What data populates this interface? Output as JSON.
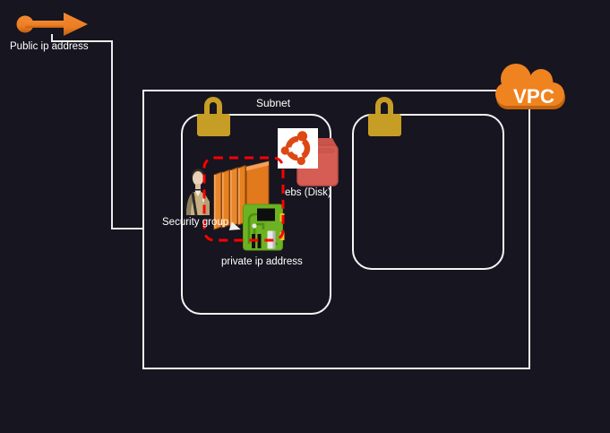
{
  "diagram": {
    "title": "AWS VPC network diagram",
    "background_color": "#17151f",
    "labels": {
      "public_ip": "Public ip address",
      "subnet": "Subnet",
      "vpc": "VPC",
      "ebs_disk": "ebs (Disk)",
      "security_group": "Security group",
      "private_ip": "private ip address"
    },
    "colors": {
      "line_white": "#f2f2f2",
      "arrow_orange": "#ed7d23",
      "cloud_orange": "#ef8320",
      "cloud_shadow": "#c2640e",
      "padlock_gold": "#c79e25",
      "ec2_orange": "#e5811f",
      "ubuntu_orange": "#dd4814",
      "ebs_salmon": "#d65d54",
      "board_green": "#6db223",
      "security_red": "#fe0000",
      "connector_yellow": "#edc51f"
    },
    "nodes": {
      "public_ip_icon": "right-arrow",
      "vpc_cloud_icon": "cloud",
      "subnet_left_lock": "padlock",
      "subnet_right_lock": "padlock",
      "os_icon": "ubuntu-logo",
      "ebs_icon": "disk",
      "instance_icon": "ec2-stack",
      "nic_icon": "circuit-board",
      "admin_icon": "security-guard",
      "pointer_icon": "arrow-pointer"
    }
  }
}
